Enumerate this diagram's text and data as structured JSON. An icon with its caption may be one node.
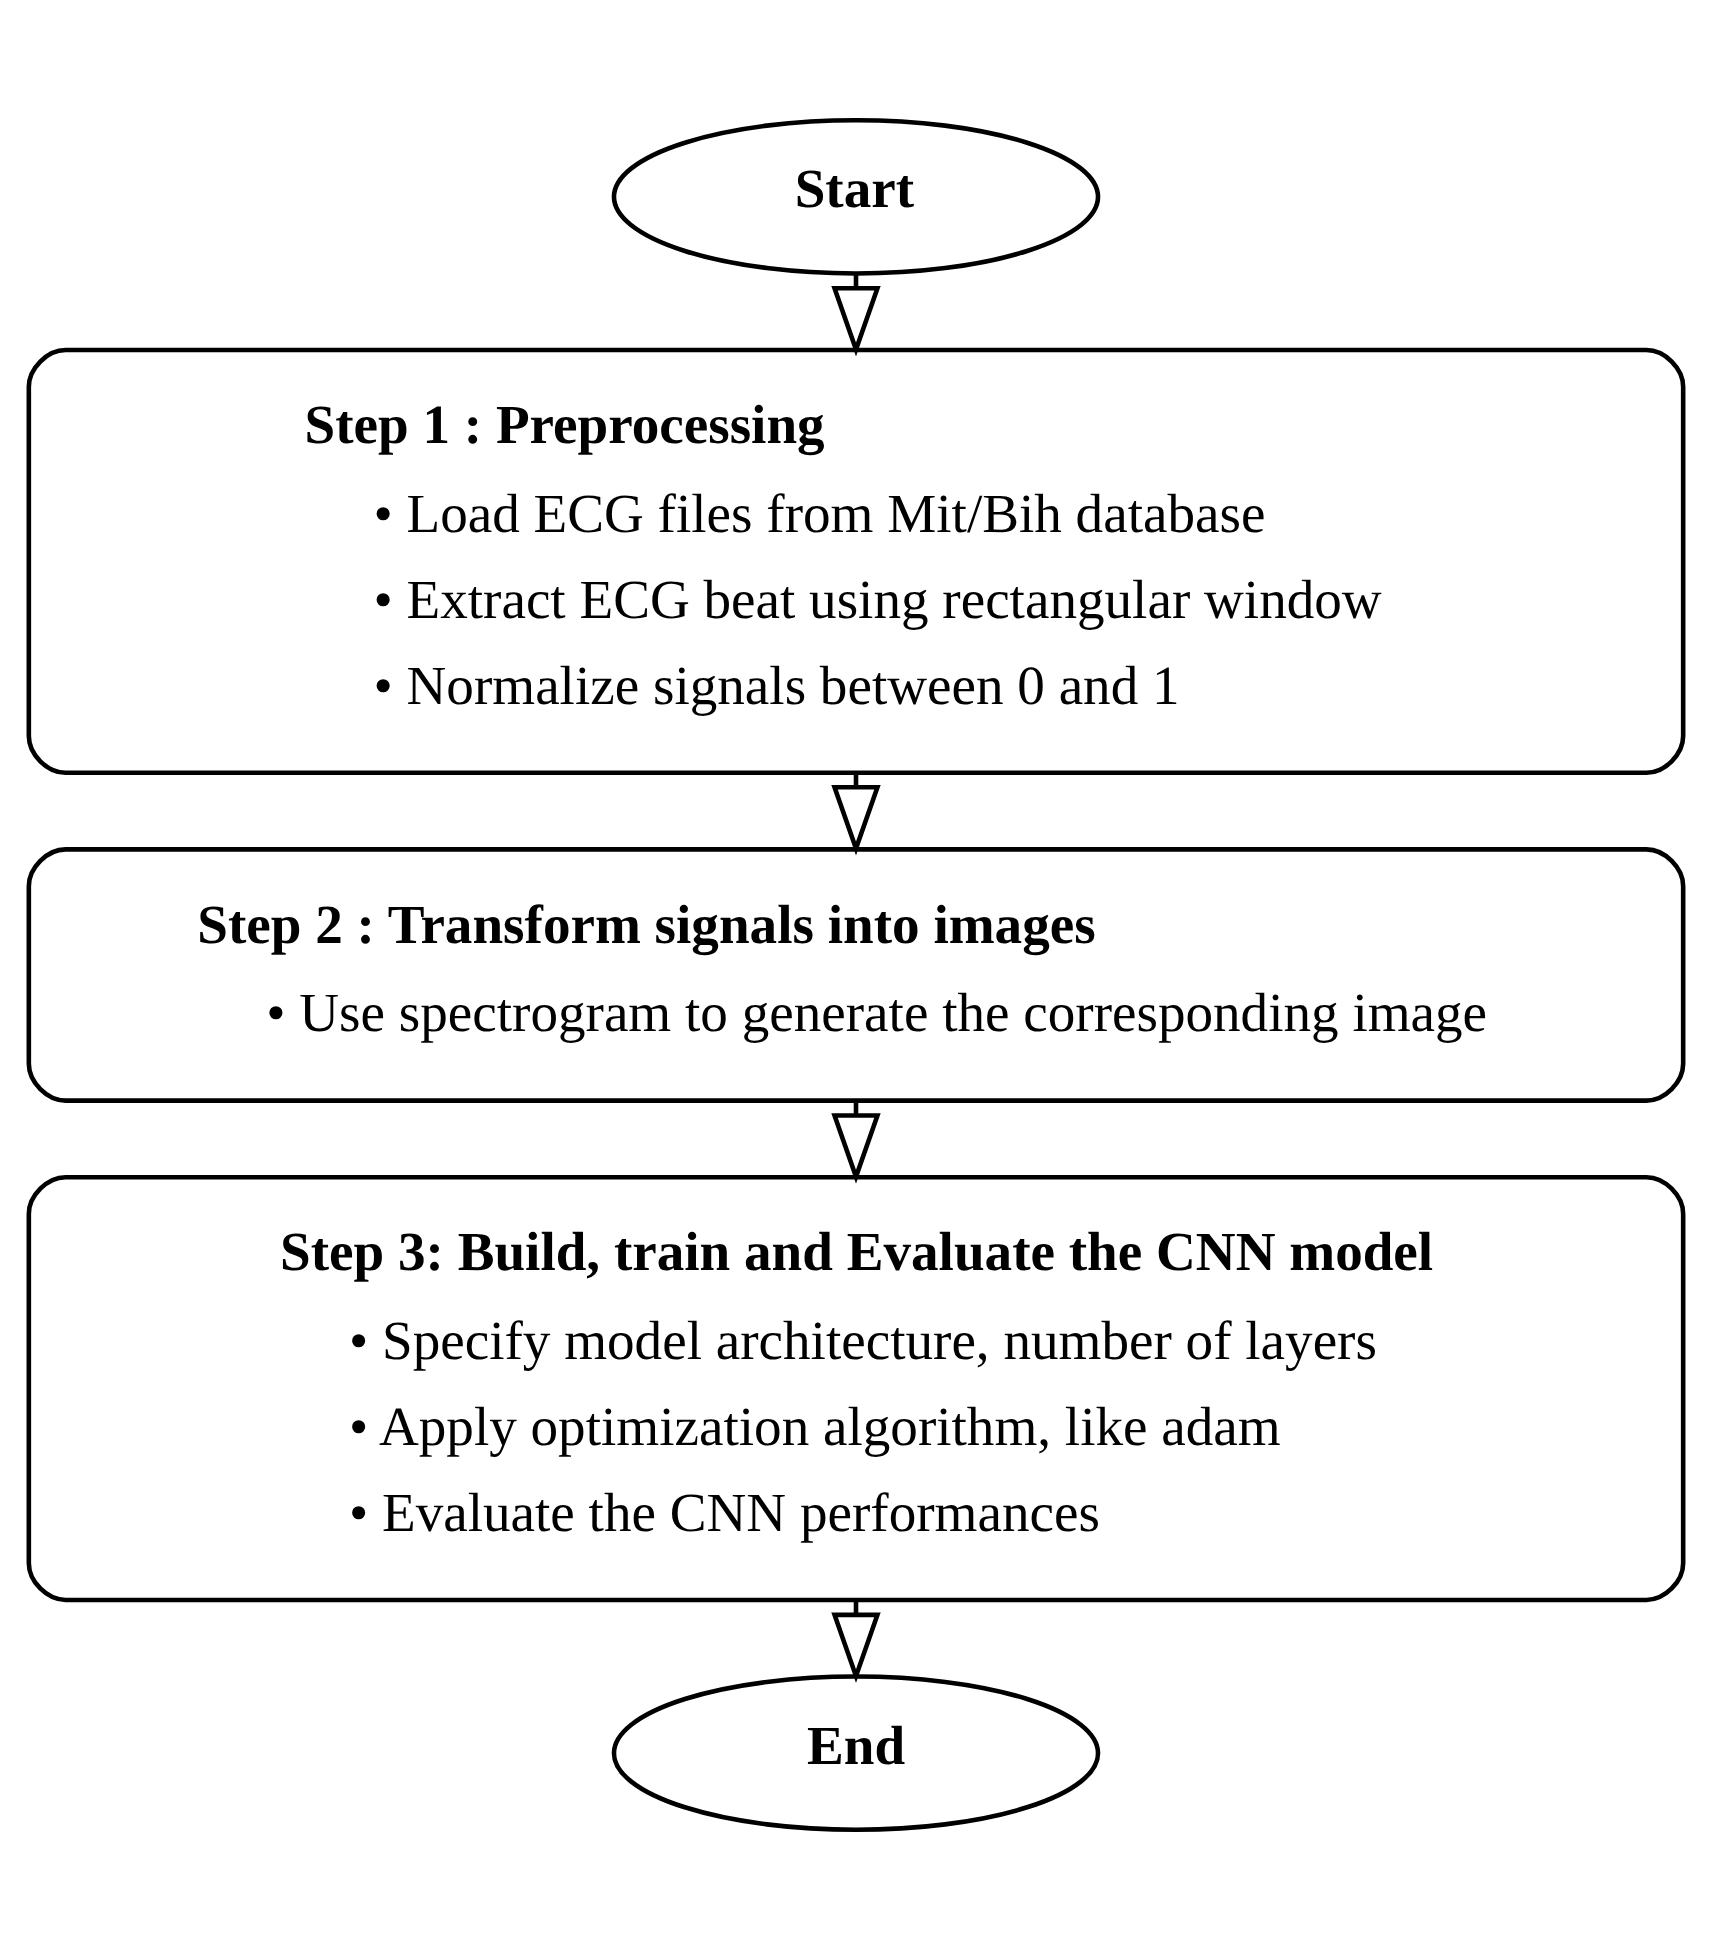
{
  "diagram": {
    "nodes": [
      {
        "text": [
          "Start"
        ]
      },
      {
        "text": [
          "Step 1 : Preprocessing",
          "• Load ECG files from Mit/Bih database",
          "• Extract ECG beat using rectangular window",
          "• Normalize signals between 0 and 1"
        ]
      },
      {
        "text": [
          "Step 2 : Transform signals into images",
          "• Use spectrogram to generate the corresponding image"
        ]
      },
      {
        "text": [
          "Step 3: Build, train and Evaluate the CNN model",
          "• Specify model architecture, number of layers",
          "• Apply optimization algorithm, like adam",
          "• Evaluate the CNN performances"
        ]
      },
      {
        "text": [
          "End"
        ]
      }
    ],
    "edges": [
      {
        "from": 0,
        "to": 1,
        "arrow": "to"
      },
      {
        "from": 1,
        "to": 2,
        "arrow": "to"
      },
      {
        "from": 2,
        "to": 3,
        "arrow": "to"
      },
      {
        "from": 3,
        "to": 4,
        "arrow": "to"
      }
    ]
  }
}
